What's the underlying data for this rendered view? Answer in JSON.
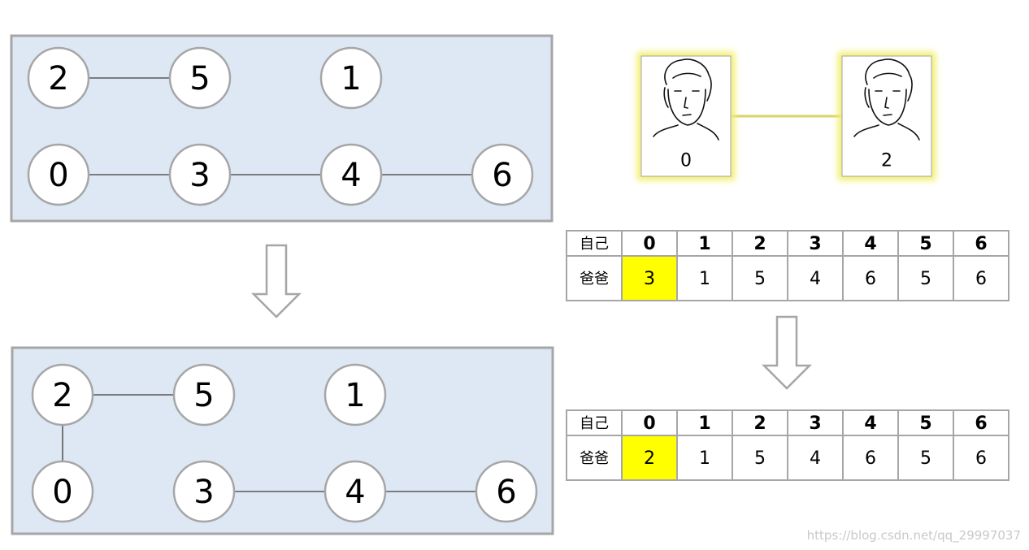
{
  "graphs": {
    "before": {
      "nodes": [
        "2",
        "5",
        "1",
        "0",
        "3",
        "4",
        "6"
      ],
      "edges": [
        [
          "2",
          "5"
        ],
        [
          "0",
          "3"
        ],
        [
          "3",
          "4"
        ],
        [
          "4",
          "6"
        ]
      ]
    },
    "after": {
      "nodes": [
        "2",
        "5",
        "1",
        "0",
        "3",
        "4",
        "6"
      ],
      "edges": [
        [
          "2",
          "5"
        ],
        [
          "2",
          "0"
        ],
        [
          "3",
          "4"
        ],
        [
          "4",
          "6"
        ]
      ]
    }
  },
  "people": [
    {
      "label": "0",
      "icon": "person-sketch-icon"
    },
    {
      "label": "2",
      "icon": "person-sketch-icon"
    }
  ],
  "tables": {
    "row_labels": {
      "self": "自己",
      "parent": "爸爸"
    },
    "header": [
      "0",
      "1",
      "2",
      "3",
      "4",
      "5",
      "6"
    ],
    "before": [
      "3",
      "1",
      "5",
      "4",
      "6",
      "5",
      "6"
    ],
    "after": [
      "2",
      "1",
      "5",
      "4",
      "6",
      "5",
      "6"
    ],
    "highlight_index": 0
  },
  "colors": {
    "panel_fill": "#dde8f4",
    "border_gray": "#a6a6a6",
    "highlight_yellow": "#ffff00",
    "glow_yellow": "#f2f06a"
  },
  "watermark": "https://blog.csdn.net/qq_29997037"
}
